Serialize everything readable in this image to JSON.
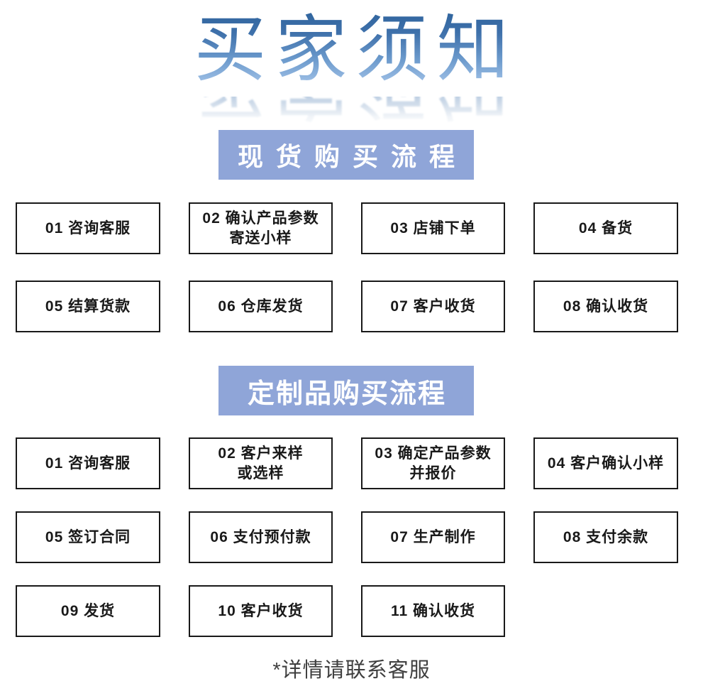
{
  "title": {
    "text": "买家须知"
  },
  "colors": {
    "band_background": "#8fa5d8",
    "band_text": "#ffffff",
    "title_gradient_top": "#2e639c",
    "title_gradient_bottom": "#aecbec",
    "box_border": "#191919",
    "footnote_text": "#3f3f3f"
  },
  "sections": [
    {
      "header": "现货购买流程",
      "boxes": [
        {
          "lines": [
            "01 咨询客服"
          ]
        },
        {
          "lines": [
            "02 确认产品参数",
            "寄送小样"
          ]
        },
        {
          "lines": [
            "03 店铺下单"
          ]
        },
        {
          "lines": [
            "04 备货"
          ]
        },
        {
          "lines": [
            "05 结算货款"
          ]
        },
        {
          "lines": [
            "06 仓库发货"
          ]
        },
        {
          "lines": [
            "07 客户收货"
          ]
        },
        {
          "lines": [
            "08 确认收货"
          ]
        }
      ]
    },
    {
      "header": "定制品购买流程",
      "boxes": [
        {
          "lines": [
            "01 咨询客服"
          ]
        },
        {
          "lines": [
            "02 客户来样",
            "或选样"
          ]
        },
        {
          "lines": [
            "03 确定产品参数",
            "并报价"
          ]
        },
        {
          "lines": [
            "04 客户确认小样"
          ]
        },
        {
          "lines": [
            "05 签订合同"
          ]
        },
        {
          "lines": [
            "06 支付预付款"
          ]
        },
        {
          "lines": [
            "07 生产制作"
          ]
        },
        {
          "lines": [
            "08 支付余款"
          ]
        },
        {
          "lines": [
            "09 发货"
          ]
        },
        {
          "lines": [
            "10 客户收货"
          ]
        },
        {
          "lines": [
            "11 确认收货"
          ]
        }
      ]
    }
  ],
  "footnote": "*详情请联系客服"
}
